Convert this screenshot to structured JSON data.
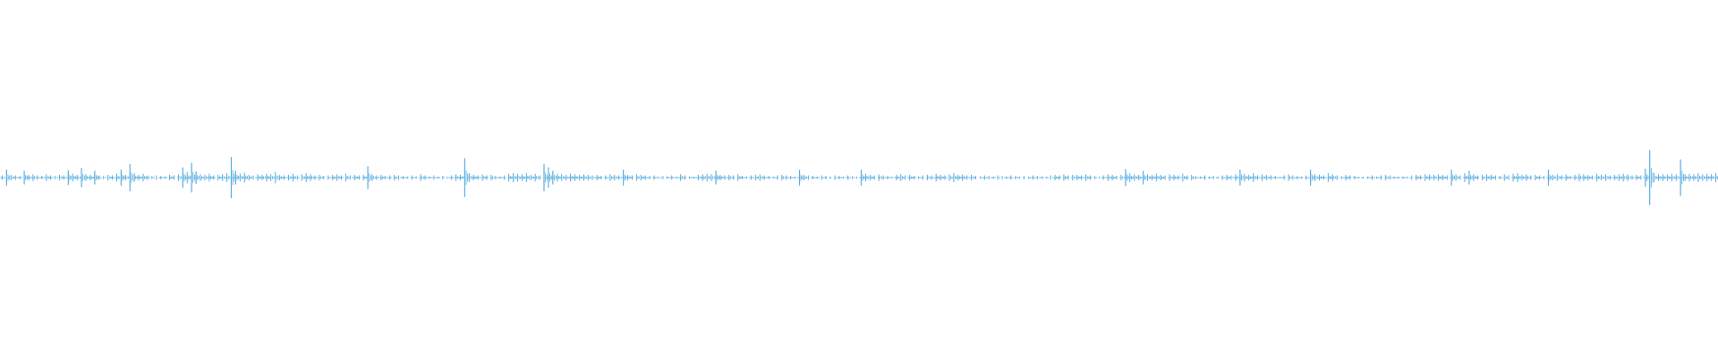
{
  "waveform": {
    "type": "audio-waveform",
    "color": "#5aaee0",
    "background": "#ffffff",
    "axes_visible": false,
    "labels_visible": false,
    "grid": false,
    "amplitude_range": [
      -1,
      1
    ],
    "peak_amplitudes": [
      0.02,
      0.12,
      0.03,
      0.02,
      0.01,
      0.1,
      0.03,
      0.04,
      0.02,
      0.01,
      0.04,
      0.02,
      0.01,
      0.03,
      0.02,
      0.11,
      0.05,
      0.03,
      0.15,
      0.04,
      0.03,
      0.1,
      0.02,
      0.01,
      0.03,
      0.02,
      0.05,
      0.12,
      0.03,
      0.22,
      0.06,
      0.03,
      0.05,
      0.02,
      0.01,
      0.02,
      0.01,
      0.0,
      0.03,
      0.02,
      0.04,
      0.16,
      0.08,
      0.24,
      0.09,
      0.04,
      0.03,
      0.05,
      0.02,
      0.03,
      0.04,
      0.06,
      0.34,
      0.1,
      0.05,
      0.07,
      0.03,
      0.02,
      0.04,
      0.03,
      0.05,
      0.04,
      0.08,
      0.03,
      0.02,
      0.03,
      0.05,
      0.02,
      0.04,
      0.06,
      0.04,
      0.02,
      0.03,
      0.01,
      0.02,
      0.03,
      0.04,
      0.02,
      0.05,
      0.02,
      0.03,
      0.02,
      0.03,
      0.18,
      0.04,
      0.02,
      0.03,
      0.01,
      0.02,
      0.03,
      0.02,
      0.01,
      0.0,
      0.02,
      0.0,
      0.04,
      0.02,
      0.0,
      0.02,
      0.0,
      0.01,
      0.0,
      0.02,
      0.04,
      0.03,
      0.32,
      0.06,
      0.03,
      0.02,
      0.04,
      0.02,
      0.03,
      0.01,
      0.0,
      0.02,
      0.05,
      0.06,
      0.05,
      0.04,
      0.06,
      0.03,
      0.05,
      0.02,
      0.22,
      0.16,
      0.1,
      0.05,
      0.04,
      0.03,
      0.05,
      0.04,
      0.03,
      0.04,
      0.03,
      0.02,
      0.03,
      0.01,
      0.02,
      0.04,
      0.03,
      0.02,
      0.12,
      0.03,
      0.02,
      0.04,
      0.03,
      0.02,
      0.01,
      0.02,
      0.0,
      0.01,
      0.0,
      0.02,
      0.0,
      0.04,
      0.02,
      0.0,
      0.0,
      0.03,
      0.04,
      0.05,
      0.04,
      0.1,
      0.03,
      0.02,
      0.03,
      0.02,
      0.04,
      0.01,
      0.0,
      0.02,
      0.03,
      0.04,
      0.02,
      0.01,
      0.0,
      0.02,
      0.03,
      0.02,
      0.01,
      0.0,
      0.12,
      0.03,
      0.02,
      0.01,
      0.0,
      0.02,
      0.01,
      0.0,
      0.02,
      0.01,
      0.0,
      0.02,
      0.01,
      0.0,
      0.12,
      0.05,
      0.03,
      0.02,
      0.04,
      0.02,
      0.01,
      0.0,
      0.03,
      0.04,
      0.02,
      0.03,
      0.01,
      0.0,
      0.02,
      0.03,
      0.02,
      0.05,
      0.03,
      0.02,
      0.04,
      0.06,
      0.03,
      0.04,
      0.02,
      0.03,
      0.01,
      0.0,
      0.02,
      0.01,
      0.0,
      0.02,
      0.01,
      0.0,
      0.02,
      0.01,
      0.0,
      0.01,
      0.0,
      0.02,
      0.01,
      0.0,
      0.0,
      0.02,
      0.03,
      0.02,
      0.04,
      0.02,
      0.03,
      0.03,
      0.02,
      0.04,
      0.02,
      0.01,
      0.0,
      0.02,
      0.04,
      0.03,
      0.01,
      0.03,
      0.13,
      0.06,
      0.04,
      0.03,
      0.1,
      0.04,
      0.03,
      0.05,
      0.03,
      0.02,
      0.04,
      0.03,
      0.02,
      0.05,
      0.02,
      0.03,
      0.01,
      0.0,
      0.02,
      0.0,
      0.01,
      0.0,
      0.02,
      0.03,
      0.02,
      0.04,
      0.12,
      0.05,
      0.03,
      0.06,
      0.02,
      0.04,
      0.03,
      0.02,
      0.01,
      0.0,
      0.02,
      0.04,
      0.02,
      0.01,
      0.0,
      0.02,
      0.12,
      0.04,
      0.03,
      0.02,
      0.06,
      0.04,
      0.02,
      0.01,
      0.03,
      0.02,
      0.01,
      0.0,
      0.0,
      0.0,
      0.02,
      0.0,
      0.02,
      0.03,
      0.02,
      0.0,
      0.0,
      0.0,
      0.0,
      0.02,
      0.03,
      0.02,
      0.04,
      0.03,
      0.03,
      0.04,
      0.03,
      0.02,
      0.12,
      0.04,
      0.02,
      0.06,
      0.1,
      0.04,
      0.02,
      0.03,
      0.04,
      0.03,
      0.02,
      0.01,
      0.04,
      0.02,
      0.05,
      0.06,
      0.03,
      0.04,
      0.02,
      0.03,
      0.02,
      0.01,
      0.12,
      0.03,
      0.04,
      0.02,
      0.04,
      0.01,
      0.03,
      0.05,
      0.04,
      0.03,
      0.02,
      0.05,
      0.03,
      0.04,
      0.02,
      0.03,
      0.04,
      0.05,
      0.04,
      0.02,
      0.03,
      0.02,
      0.14,
      0.46,
      0.06,
      0.04,
      0.04,
      0.04,
      0.05,
      0.04,
      0.3,
      0.04,
      0.05,
      0.04,
      0.06,
      0.04,
      0.05,
      0.04,
      0.06
    ]
  }
}
